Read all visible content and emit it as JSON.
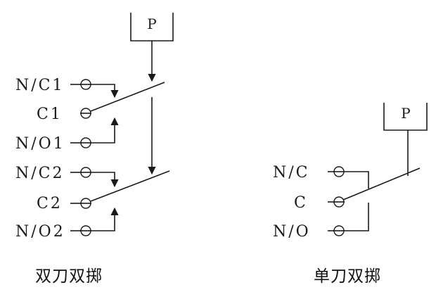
{
  "dpdt": {
    "caption": "双刀双掷",
    "actuator_label": "P",
    "terminals": [
      "N/C1",
      "C1",
      "N/O1",
      "N/C2",
      "C2",
      "N/O2"
    ]
  },
  "spdt": {
    "caption": "单刀双掷",
    "actuator_label": "P",
    "terminals": [
      "N/C",
      "C",
      "N/O"
    ]
  },
  "colors": {
    "ink": "#1a1a1a",
    "background": "#ffffff"
  }
}
